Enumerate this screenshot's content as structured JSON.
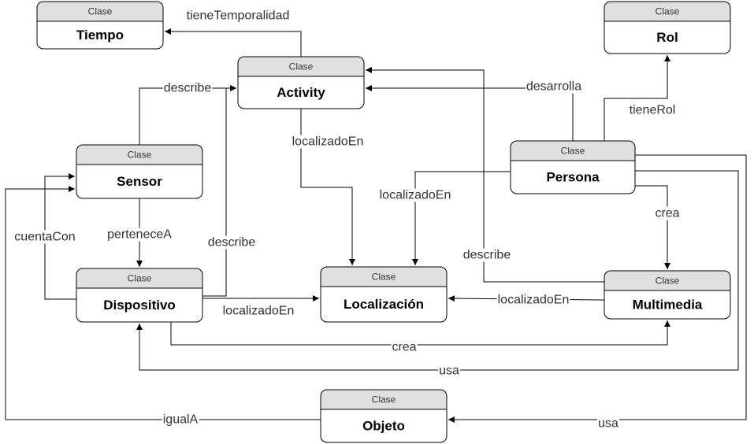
{
  "colors": {
    "header": "#e0e0e0",
    "border": "#000000",
    "background": "#ffffff"
  },
  "classes": [
    {
      "id": "tiempo",
      "stereotype": "Clase",
      "name": "Tiempo"
    },
    {
      "id": "rol",
      "stereotype": "Clase",
      "name": "Rol"
    },
    {
      "id": "activity",
      "stereotype": "Clase",
      "name": "Activity"
    },
    {
      "id": "sensor",
      "stereotype": "Clase",
      "name": "Sensor"
    },
    {
      "id": "persona",
      "stereotype": "Clase",
      "name": "Persona"
    },
    {
      "id": "dispositivo",
      "stereotype": "Clase",
      "name": "Dispositivo"
    },
    {
      "id": "localizacion",
      "stereotype": "Clase",
      "name": "Localización"
    },
    {
      "id": "multimedia",
      "stereotype": "Clase",
      "name": "Multimedia"
    },
    {
      "id": "objeto",
      "stereotype": "Clase",
      "name": "Objeto"
    }
  ],
  "relations": [
    {
      "id": "tieneTemporalidad",
      "label": "tieneTemporalidad",
      "from": "activity",
      "to": "tiempo"
    },
    {
      "id": "tieneRol",
      "label": "tieneRol",
      "from": "persona",
      "to": "rol"
    },
    {
      "id": "describe-sensor",
      "label": "describe",
      "from": "sensor",
      "to": "activity"
    },
    {
      "id": "desarrolla",
      "label": "desarrolla",
      "from": "persona",
      "to": "activity"
    },
    {
      "id": "localizadoEn-activity",
      "label": "localizadoEn",
      "from": "activity",
      "to": "localizacion"
    },
    {
      "id": "localizadoEn-persona",
      "label": "localizadoEn",
      "from": "persona",
      "to": "localizacion"
    },
    {
      "id": "perteneceA",
      "label": "perteneceA",
      "from": "sensor",
      "to": "dispositivo"
    },
    {
      "id": "cuentaCon",
      "label": "cuentaCon",
      "from": "dispositivo",
      "to": "sensor"
    },
    {
      "id": "describe-dispositivo",
      "label": "describe",
      "from": "dispositivo",
      "to": "activity"
    },
    {
      "id": "crea-persona",
      "label": "crea",
      "from": "persona",
      "to": "multimedia"
    },
    {
      "id": "describe-multimedia",
      "label": "describe",
      "from": "multimedia",
      "to": "activity"
    },
    {
      "id": "localizadoEn-dispositivo",
      "label": "localizadoEn",
      "from": "dispositivo",
      "to": "localizacion"
    },
    {
      "id": "localizadoEn-multimedia",
      "label": "localizadoEn",
      "from": "multimedia",
      "to": "localizacion"
    },
    {
      "id": "crea-dispositivo",
      "label": "crea",
      "from": "dispositivo",
      "to": "multimedia"
    },
    {
      "id": "usa-dispositivo",
      "label": "usa",
      "from": "persona",
      "to": "dispositivo"
    },
    {
      "id": "igualA",
      "label": "igualA",
      "from": "objeto",
      "to": "sensor"
    },
    {
      "id": "usa-objeto",
      "label": "usa",
      "from": "persona",
      "to": "objeto"
    }
  ]
}
